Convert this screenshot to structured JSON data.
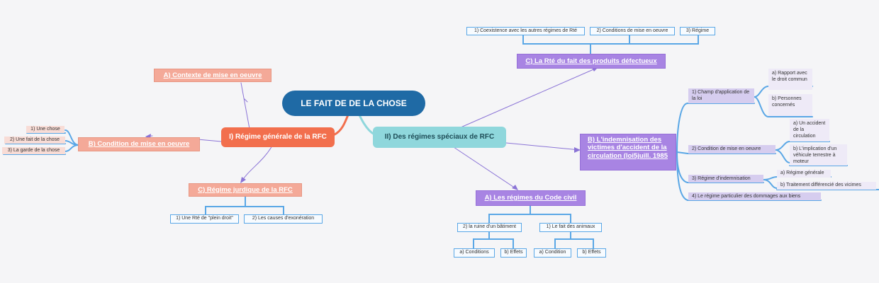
{
  "root": "LE FAIT DE DE LA CHOSE",
  "left": {
    "main": "I) Régime générale de la RFC",
    "a": "A) Contexte de mise en oeuvre ",
    "b": "B) Condition de mise en oeuvre ",
    "b_items": [
      "1) Une chose",
      "2) Une fait de la chose",
      "3) La garde de la chose"
    ],
    "c": "C) Régime jurdique de la RFC",
    "c_items": [
      "1) Une Rté de \"plein droit\"",
      "2) Les causes d'exonération"
    ]
  },
  "right": {
    "main": "II) Des régimes spéciaux de RFC",
    "c": "C) La Rté du fait des produits défectueux ",
    "c_items": [
      "1) Coexistence avec les autres régimes de Rté",
      "2) Conditions de mise en oeuvre",
      "3) Régime"
    ],
    "b": "B) L'indemnisation des victimes d'accident de la circulation (loi5juill. 1985",
    "b_items": [
      "1) Champ d'application de la loi",
      "2) Condition de mise en oeuvre",
      "3) Régime d'indemnisation",
      "4) Le régime particulier des dommages aux biens"
    ],
    "b1_subs": [
      "a) Rapport avec le droit commun",
      "b) Personnes concernés"
    ],
    "b2_subs": [
      "a) Un accident de la circulation",
      "b) L'implication d'un véhicule terrestre à moteur"
    ],
    "b3_subs": [
      "a) Régime générale",
      "b) Traitement différencié des vicimes"
    ],
    "a": "A) Les régimes du Code civil ",
    "a_items": [
      "2) la ruine d'un bâtiment",
      "1) Le fait des animaux"
    ],
    "a1_subs": [
      "a) Conditions",
      "b) Effets"
    ],
    "a2_subs": [
      "a) Condition",
      "b) Effets"
    ]
  },
  "colors": {
    "root": "#1f6aa5",
    "left_branch": "#f26f4d",
    "right_branch": "#8fd7dc",
    "salmon_topic": "#f4a998",
    "purple_topic": "#a884e3",
    "leaf_border": "#5aa7e6",
    "lavender_leaf": "#d6cdef"
  }
}
